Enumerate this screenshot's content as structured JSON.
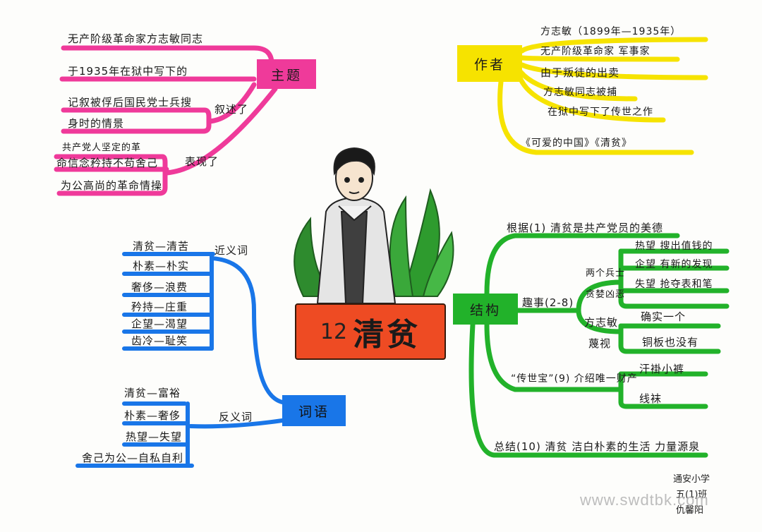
{
  "center": {
    "lesson_number": "12",
    "title": "清贫"
  },
  "theme": {
    "label": "主题",
    "lines": [
      "无产阶级革命家方志敏同志",
      "于1935年在狱中写下的",
      "记叙被俘后国民党士兵搜",
      "身时的情景"
    ],
    "narrate_label": "叙述了",
    "show_lines": [
      "共产党人坚定的革",
      "命信念矜持不苟舍己",
      "为公高尚的革命情操"
    ],
    "show_label": "表现了"
  },
  "author": {
    "label": "作者",
    "lines": [
      "方志敏（1899年—1935年）",
      "无产阶级革命家  军事家",
      "由于叛徒的出卖",
      "方志敏同志被捕",
      "在狱中写下了传世之作",
      "《可爱的中国》《清贫》"
    ]
  },
  "structure": {
    "label": "结构",
    "root": "根据(1)  清贫是共产党员的美德",
    "story_label": "趣事(2-8)",
    "soldiers_label": "两个兵士",
    "soldiers_sub": "贪婪凶恶",
    "soldier_items": [
      "热望  搜出值钱的",
      "企望  有新的发现",
      "失望  抢夺表和笔"
    ],
    "fang_label": "方志敏",
    "fang_sub": "蔑视",
    "fang_items": [
      "确实一个",
      "铜板也没有"
    ],
    "treasure_label": "“传世宝”(9)  介绍唯一财产",
    "treasure_items": [
      "汗褂小裤",
      "线袜"
    ],
    "summary": "总结(10)  清贫 洁白朴素的生活  力量源泉"
  },
  "words": {
    "label": "词语",
    "synonym_label": "近义词",
    "synonyms": [
      "清贫—清苦",
      "朴素—朴实",
      "奢侈—浪费",
      "矜持—庄重",
      "企望—渴望",
      "齿冷—耻笑"
    ],
    "antonym_label": "反义词",
    "antonyms": [
      "清贫—富裕",
      "朴素—奢侈",
      "热望—失望",
      "舍己为公—自私自利"
    ]
  },
  "signature": [
    "通安小学",
    "五(1)班",
    "仇馨阳"
  ],
  "watermark": "www.swdtbk.com",
  "colors": {
    "theme": "#ef3a9a",
    "author": "#f6e300",
    "structure": "#22b22a",
    "words": "#1976e8",
    "banner": "#ee4b23"
  }
}
